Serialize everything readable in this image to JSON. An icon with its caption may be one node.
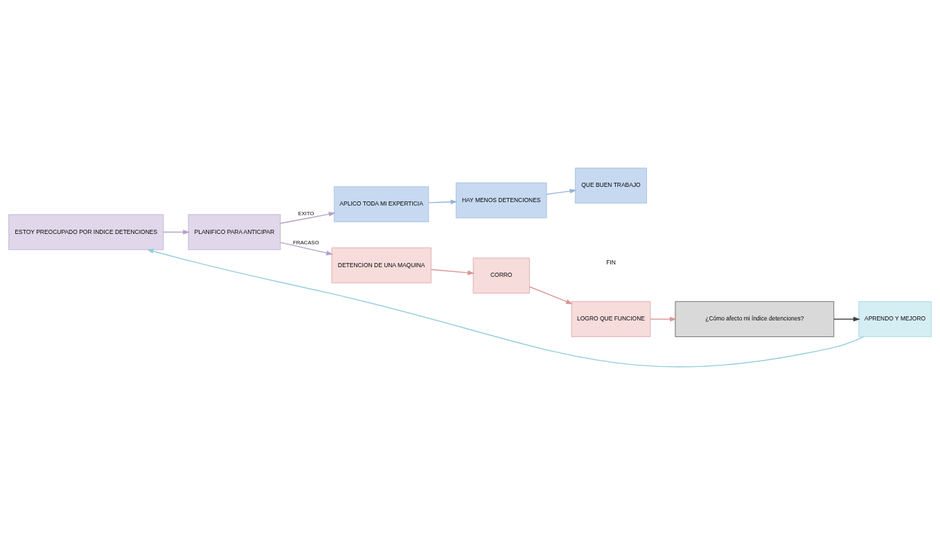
{
  "diagram": {
    "nodes": [
      {
        "text": [
          "APLICO TODA MI EXPERTICIA"
        ]
      },
      {
        "text": [
          "HAY MENOS DETENCIONES"
        ]
      },
      {
        "text": [
          "QUE BUEN TRABAJO"
        ]
      },
      {
        "text": [
          "ESTOY PREOCUPADO POR INDICE DETENCIONES"
        ]
      },
      {
        "text": [
          "PLANIFICO PARA ANTICIPAR"
        ]
      },
      {
        "text": [
          "DETENCION DE UNA MAQUINA"
        ]
      },
      {
        "text": [
          "CORRO"
        ]
      },
      {
        "text": [
          "LOGRO QUE FUNCIONE"
        ]
      },
      {
        "text": [
          "¿Cómo afecto mi índice detenciones?"
        ]
      },
      {
        "text": [
          "APRENDO Y MEJORO"
        ]
      }
    ],
    "edges": [
      {
        "from": 0,
        "to": 1,
        "arrow": "to",
        "color": "#95b3d7"
      },
      {
        "from": 1,
        "to": 2,
        "arrow": "to",
        "color": "#95b3d7"
      },
      {
        "from": 3,
        "to": 4,
        "arrow": "to",
        "color": "#b2a1c7"
      },
      {
        "from": 4,
        "to": 0,
        "arrow": "to",
        "label": "EXITO",
        "color": "#b2a1c7"
      },
      {
        "from": 4,
        "to": 5,
        "arrow": "to",
        "label": "FRACASO",
        "color": "#b2a1c7"
      },
      {
        "from": 5,
        "to": 6,
        "arrow": "to",
        "color": "#d99694"
      },
      {
        "from": 6,
        "to": 7,
        "arrow": "to",
        "color": "#d99694"
      },
      {
        "from": 7,
        "to": 8,
        "arrow": "to",
        "color": "#d99694"
      },
      {
        "from": 8,
        "to": 9,
        "arrow": "to",
        "color": "#404040"
      },
      {
        "from": 9,
        "to": 3,
        "arrow": "to",
        "color": "#93cddd"
      }
    ],
    "labels": [
      "FIN"
    ]
  }
}
